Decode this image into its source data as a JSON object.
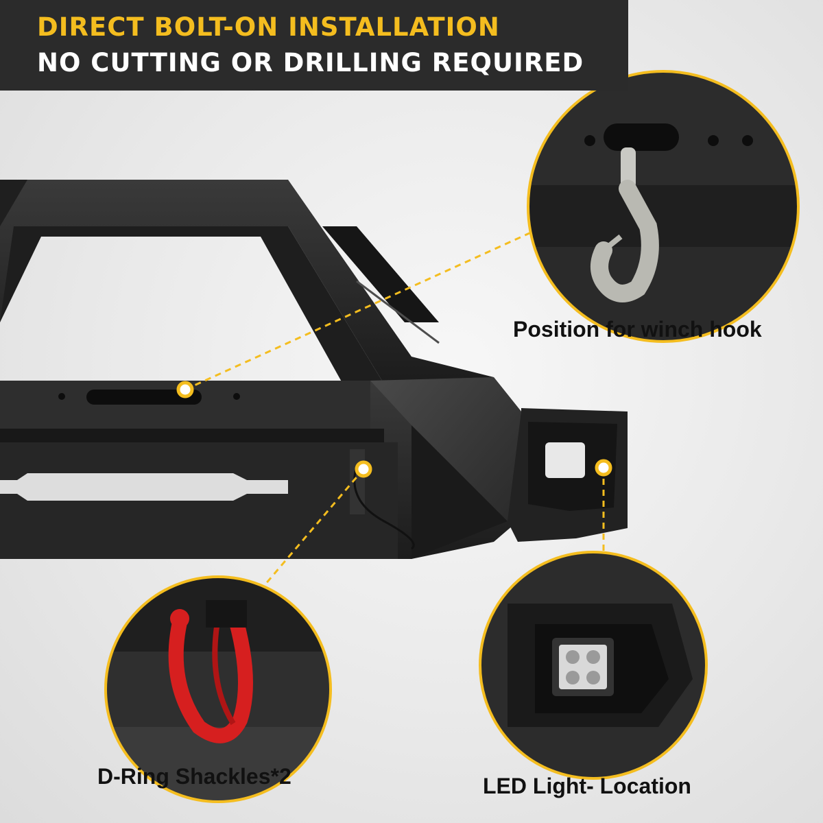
{
  "banner": {
    "line1": "DIRECT BOLT-ON INSTALLATION",
    "line2": "NO CUTTING OR DRILLING REQUIRED"
  },
  "callouts": {
    "winch_hook": "Position for winch hook",
    "d_ring": "D-Ring Shackles*2",
    "led_light": "LED Light- Location"
  },
  "colors": {
    "accent": "#f4bd1f",
    "banner_bg": "#2b2b2b",
    "steel": "#2a2a2a",
    "shackle_red": "#d61f1f"
  }
}
